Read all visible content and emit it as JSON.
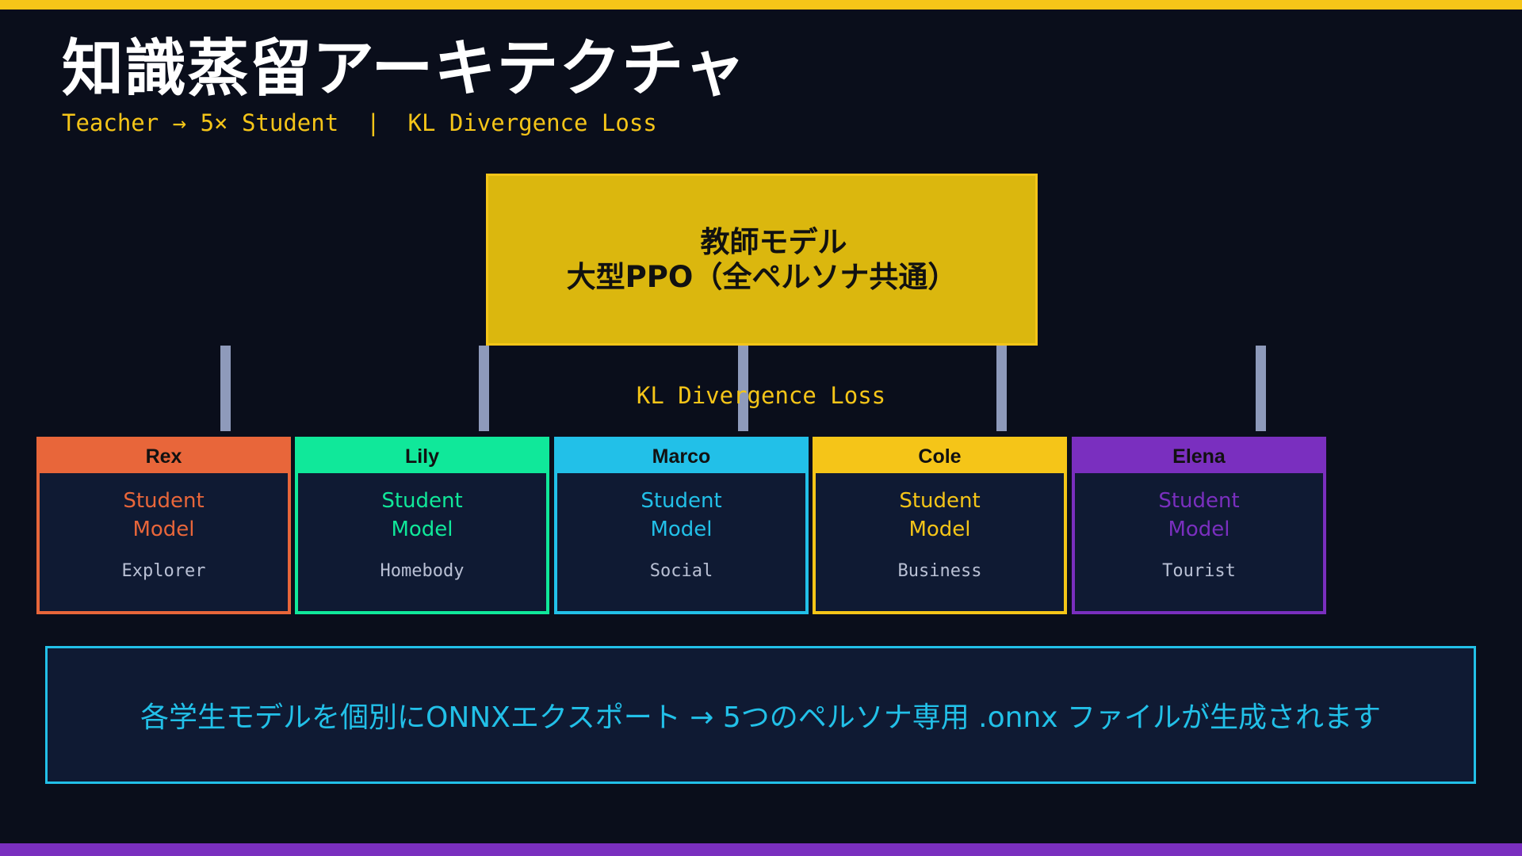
{
  "title": "知識蒸留アーキテクチャ",
  "subtitle": "Teacher → 5× Student  |  KL Divergence Loss",
  "teacher": {
    "line1": "教師モデル",
    "line2": "大型PPO（全ペルソナ共通）"
  },
  "connector_label": "KL Divergence Loss",
  "students": [
    {
      "name": "Rex",
      "role_line1": "Student",
      "role_line2": "Model",
      "persona": "Explorer",
      "color": "#e8663a"
    },
    {
      "name": "Lily",
      "role_line1": "Student",
      "role_line2": "Model",
      "persona": "Homebody",
      "color": "#10e89a"
    },
    {
      "name": "Marco",
      "role_line1": "Student",
      "role_line2": "Model",
      "persona": "Social",
      "color": "#22c0e8"
    },
    {
      "name": "Cole",
      "role_line1": "Student",
      "role_line2": "Model",
      "persona": "Business",
      "color": "#f5c518"
    },
    {
      "name": "Elena",
      "role_line1": "Student",
      "role_line2": "Model",
      "persona": "Tourist",
      "color": "#7a2fbf"
    }
  ],
  "footer_note": "各学生モデルを個別にONNXエクスポート → 5つのペルソナ専用 .onnx ファイルが生成されます",
  "colors": {
    "background": "#0a0e1b",
    "accent_yellow": "#f5c518",
    "teacher_fill": "#dbb70e",
    "connector": "#8e9abb",
    "footer_border": "#22c0e8",
    "bottom_stripe": "#7a2fbf"
  }
}
